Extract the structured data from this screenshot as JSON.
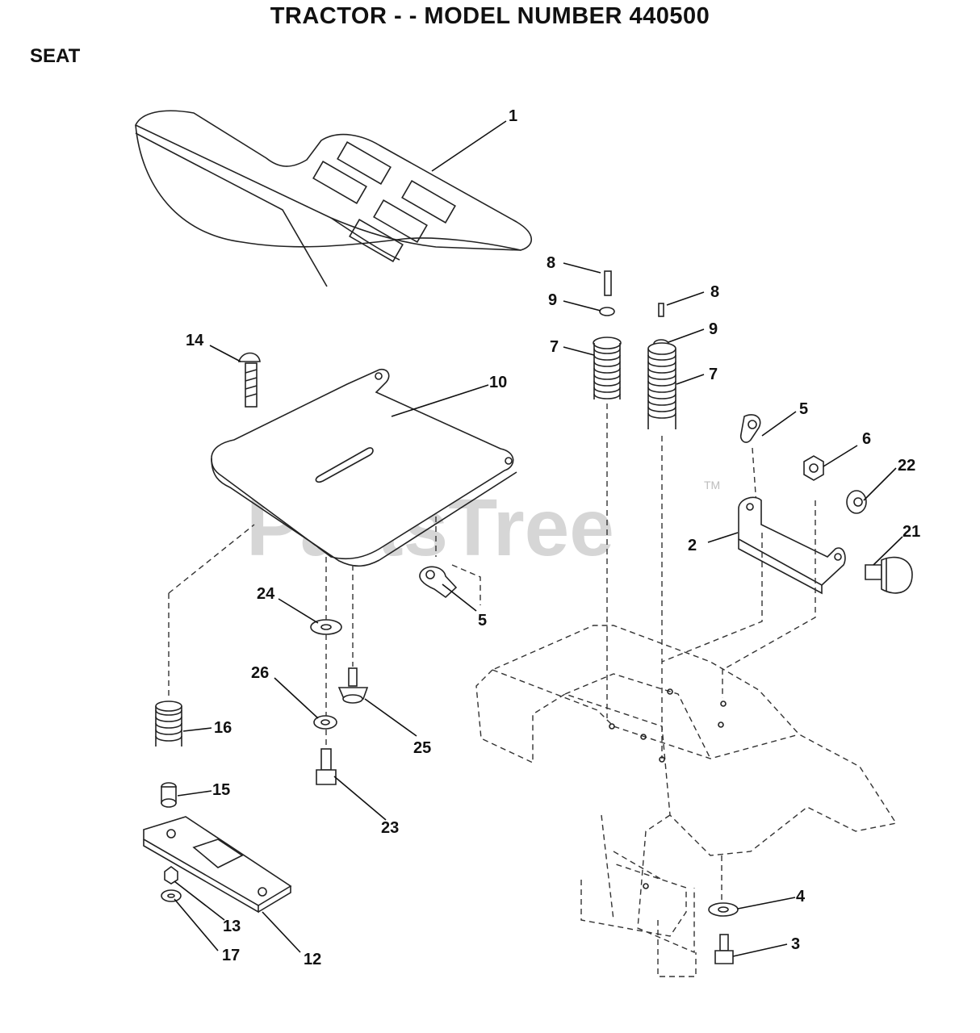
{
  "header": {
    "title": "TRACTOR - - MODEL NUMBER 440500",
    "section": "SEAT"
  },
  "watermark": {
    "text": "PartsTree",
    "trademark": "TM"
  },
  "callouts": [
    {
      "id": "c1",
      "label": "1"
    },
    {
      "id": "c8a",
      "label": "8"
    },
    {
      "id": "c9a",
      "label": "9"
    },
    {
      "id": "c7a",
      "label": "7"
    },
    {
      "id": "c8b",
      "label": "8"
    },
    {
      "id": "c9b",
      "label": "9"
    },
    {
      "id": "c7b",
      "label": "7"
    },
    {
      "id": "c14",
      "label": "14"
    },
    {
      "id": "c10",
      "label": "10"
    },
    {
      "id": "c5a",
      "label": "5"
    },
    {
      "id": "c6",
      "label": "6"
    },
    {
      "id": "c22",
      "label": "22"
    },
    {
      "id": "c2",
      "label": "2"
    },
    {
      "id": "c21",
      "label": "21"
    },
    {
      "id": "c5b",
      "label": "5"
    },
    {
      "id": "c24",
      "label": "24"
    },
    {
      "id": "c26",
      "label": "26"
    },
    {
      "id": "c25",
      "label": "25"
    },
    {
      "id": "c16",
      "label": "16"
    },
    {
      "id": "c15",
      "label": "15"
    },
    {
      "id": "c23",
      "label": "23"
    },
    {
      "id": "c4",
      "label": "4"
    },
    {
      "id": "c3",
      "label": "3"
    },
    {
      "id": "c13",
      "label": "13"
    },
    {
      "id": "c17",
      "label": "17"
    },
    {
      "id": "c12",
      "label": "12"
    }
  ]
}
